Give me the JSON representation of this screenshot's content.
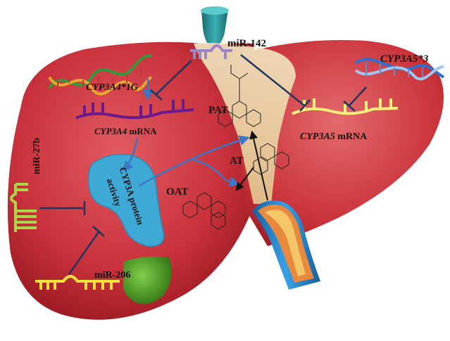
{
  "labels": {
    "mir142": "miR-142",
    "cyp3a4_1g": "CYP3A4*1G",
    "cyp3a4_mrna_gene": "CYP3A4",
    "cyp3a4_mrna_suffix": " mRNA",
    "cyp3a5_3": "CYP3A5*3",
    "cyp3a5_mrna_gene": "CYP3A5",
    "cyp3a5_mrna_suffix": " mRNA",
    "pat": "PAT",
    "at": "AT",
    "oat": "OAT",
    "mir27b": "miR-27b",
    "mir206": "miR-206",
    "cyp3a_protein_line1": "CYP3A protein",
    "cyp3a_protein_line2": "activity"
  },
  "colors": {
    "liver_dark": "#9e1a22",
    "liver_main": "#c8313b",
    "liver_light": "#e36a6c",
    "hepatic_artery": "#2a8b8f",
    "gallbladder": "#3f8e1e",
    "bile_duct": "#e9d9a8",
    "protein_blob": "#3fa9d6",
    "arrow_blue": "#3a77c4",
    "inhibit_navy": "#1f3560",
    "mrna_purple": "#6a1a8c",
    "mrna_yellow": "#f5f07a",
    "mir_lavender": "#9c86c6",
    "mir27b_green": "#a8d84a",
    "mir206_yellow": "#f2e23a",
    "vein_blue": "#1e7fc6",
    "vein_orange": "#e0843a"
  }
}
